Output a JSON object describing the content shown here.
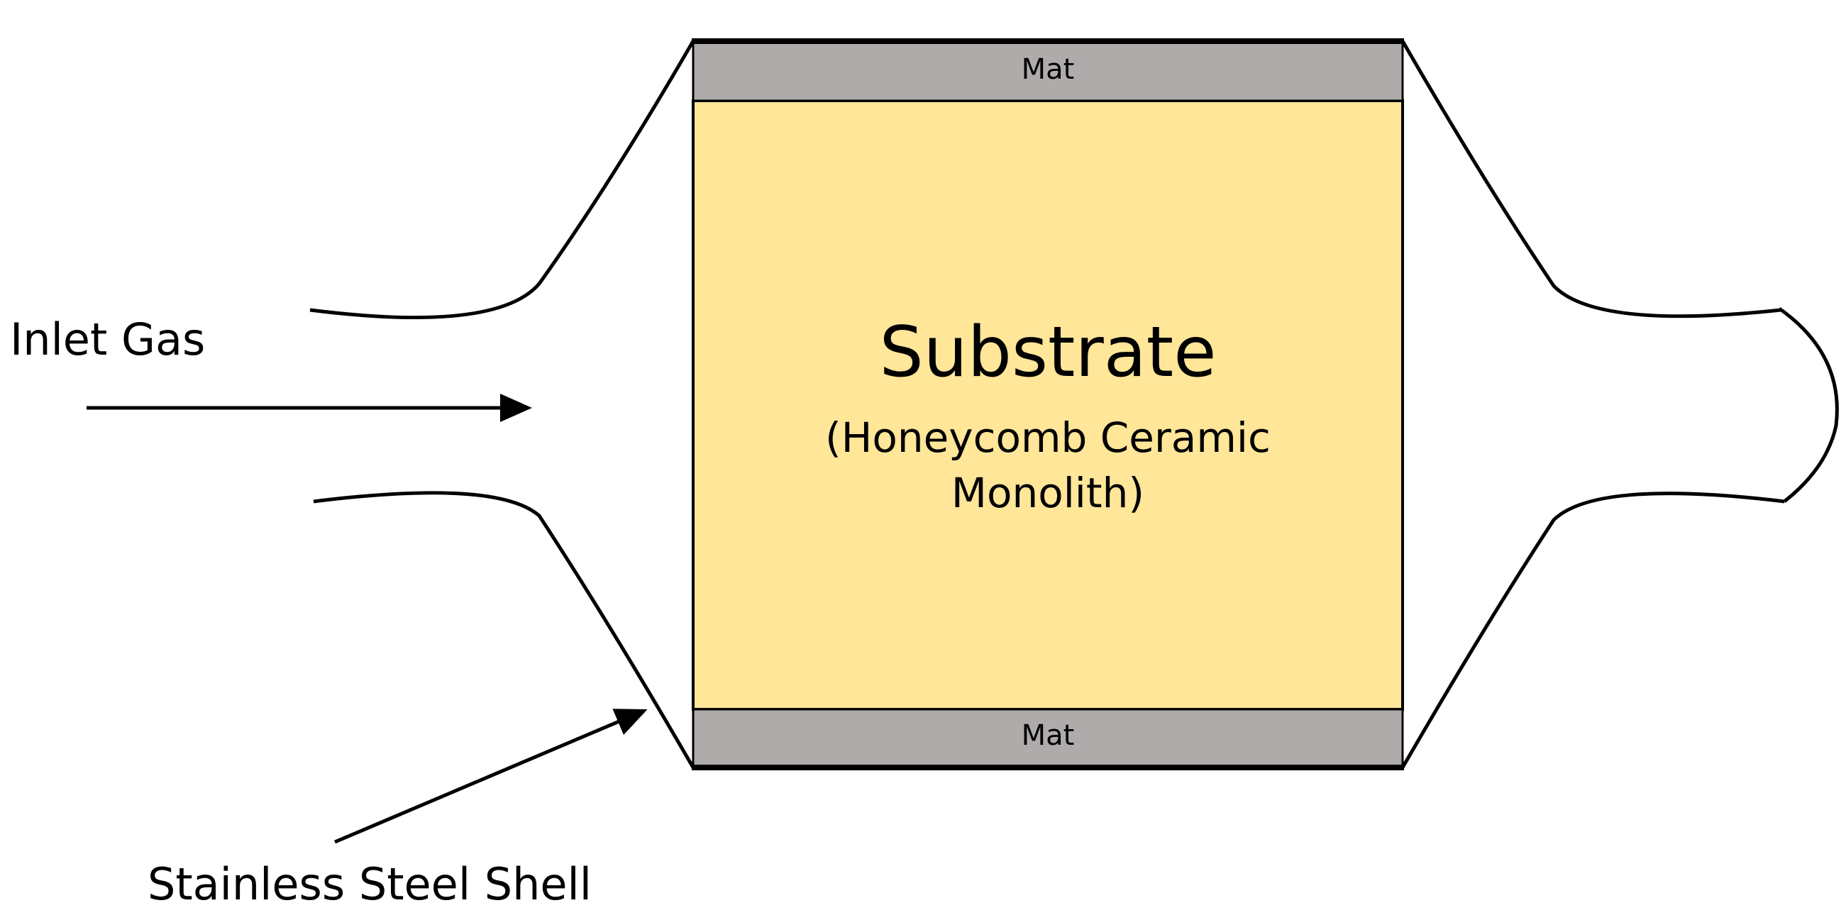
{
  "diagram": {
    "labels": {
      "mat_top": "Mat",
      "mat_bottom": "Mat",
      "substrate_title": "Substrate",
      "substrate_desc_line1": "(Honeycomb Ceramic",
      "substrate_desc_line2": "Monolith)",
      "inlet": "Inlet Gas",
      "shell": "Stainless Steel Shell"
    },
    "colors": {
      "substrate_fill": "#FFE699",
      "mat_fill": "#AFABAB",
      "outline": "#000000",
      "background": "#FFFFFF"
    }
  }
}
